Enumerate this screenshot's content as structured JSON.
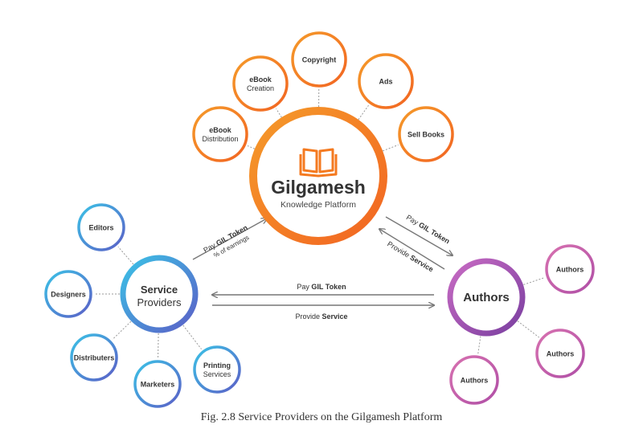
{
  "platform": {
    "name": "Gilgamesh",
    "subtitle": "Knowledge Platform"
  },
  "platform_services": [
    {
      "lines": [
        "eBook",
        "Distribution"
      ]
    },
    {
      "lines": [
        "eBook",
        "Creation"
      ]
    },
    {
      "lines": [
        "Copyright"
      ]
    },
    {
      "lines": [
        "Ads"
      ]
    },
    {
      "lines": [
        "Sell Books"
      ]
    }
  ],
  "service_providers": {
    "lines": [
      "Service",
      "Providers"
    ],
    "satellites": [
      {
        "lines": [
          "Editors"
        ]
      },
      {
        "lines": [
          "Designers"
        ]
      },
      {
        "lines": [
          "Distributers"
        ]
      },
      {
        "lines": [
          "Marketers"
        ]
      },
      {
        "lines": [
          "Printing",
          "Services"
        ]
      }
    ]
  },
  "authors": {
    "label": "Authors",
    "satellites": [
      {
        "lines": [
          "Authors"
        ]
      },
      {
        "lines": [
          "Authors"
        ]
      },
      {
        "lines": [
          "Authors"
        ]
      }
    ]
  },
  "flows": {
    "sp_to_platform": {
      "line1_pre": "Pay ",
      "line1_bold": "GIL Token",
      "line2": "% of earnings"
    },
    "platform_to_authors": {
      "line1_pre": "Pay ",
      "line1_bold": "GIL Token"
    },
    "authors_to_platform": {
      "line1_pre": "Provide ",
      "line1_bold": "Service"
    },
    "authors_to_sp": {
      "pre": "Pay ",
      "bold": "GIL Token"
    },
    "sp_to_authors": {
      "pre": "Provide ",
      "bold": "Service"
    }
  },
  "caption": "Fig. 2.8 Service Providers on the Gilgamesh Platform",
  "colors": {
    "orange": "#f47a20",
    "blue": "#4f8fd6",
    "purple": "#a04fb3",
    "pink": "#c75aa6",
    "connector": "#999999",
    "arrow": "#777777",
    "text": "#333333"
  },
  "icons": {
    "platform": "open-book-icon"
  }
}
